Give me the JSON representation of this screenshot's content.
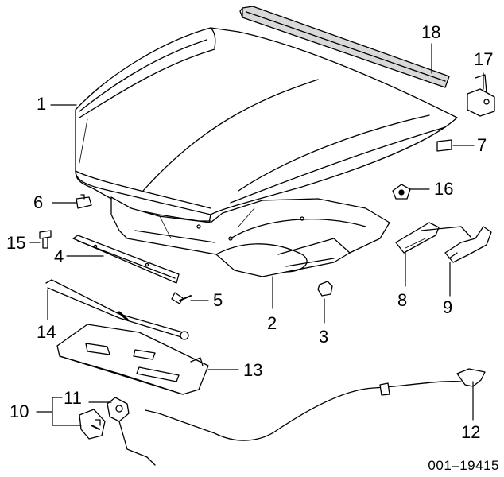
{
  "callouts": {
    "c1": "1",
    "c2": "2",
    "c3": "3",
    "c4": "4",
    "c5": "5",
    "c6": "6",
    "c7": "7",
    "c8": "8",
    "c9": "9",
    "c10": "10",
    "c11": "11",
    "c12": "12",
    "c13": "13",
    "c14": "14",
    "c15": "15",
    "c16": "16",
    "c17": "17",
    "c18": "18"
  },
  "figure_id": "001–19415",
  "colors": {
    "line": "#000000",
    "paper": "#ffffff",
    "shade": "#d9d9d9",
    "dark": "#8c8c8c"
  }
}
